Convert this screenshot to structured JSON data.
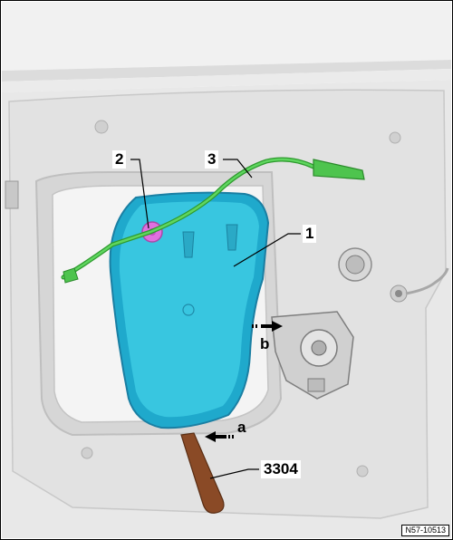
{
  "callouts": {
    "part_1": "1",
    "part_2": "2",
    "part_3": "3",
    "tool": "3304"
  },
  "arrows": {
    "a": "a",
    "b": "b"
  },
  "figure_code": "N57-10513",
  "colors": {
    "cover": "#2ec4dc",
    "cover_edge": "#1a8fb3",
    "cable": "#3fc23f",
    "grommet": "#e070e0",
    "tool": "#8a4a26",
    "door_metal": "#e6e6e6",
    "leader_line": "#000000"
  }
}
